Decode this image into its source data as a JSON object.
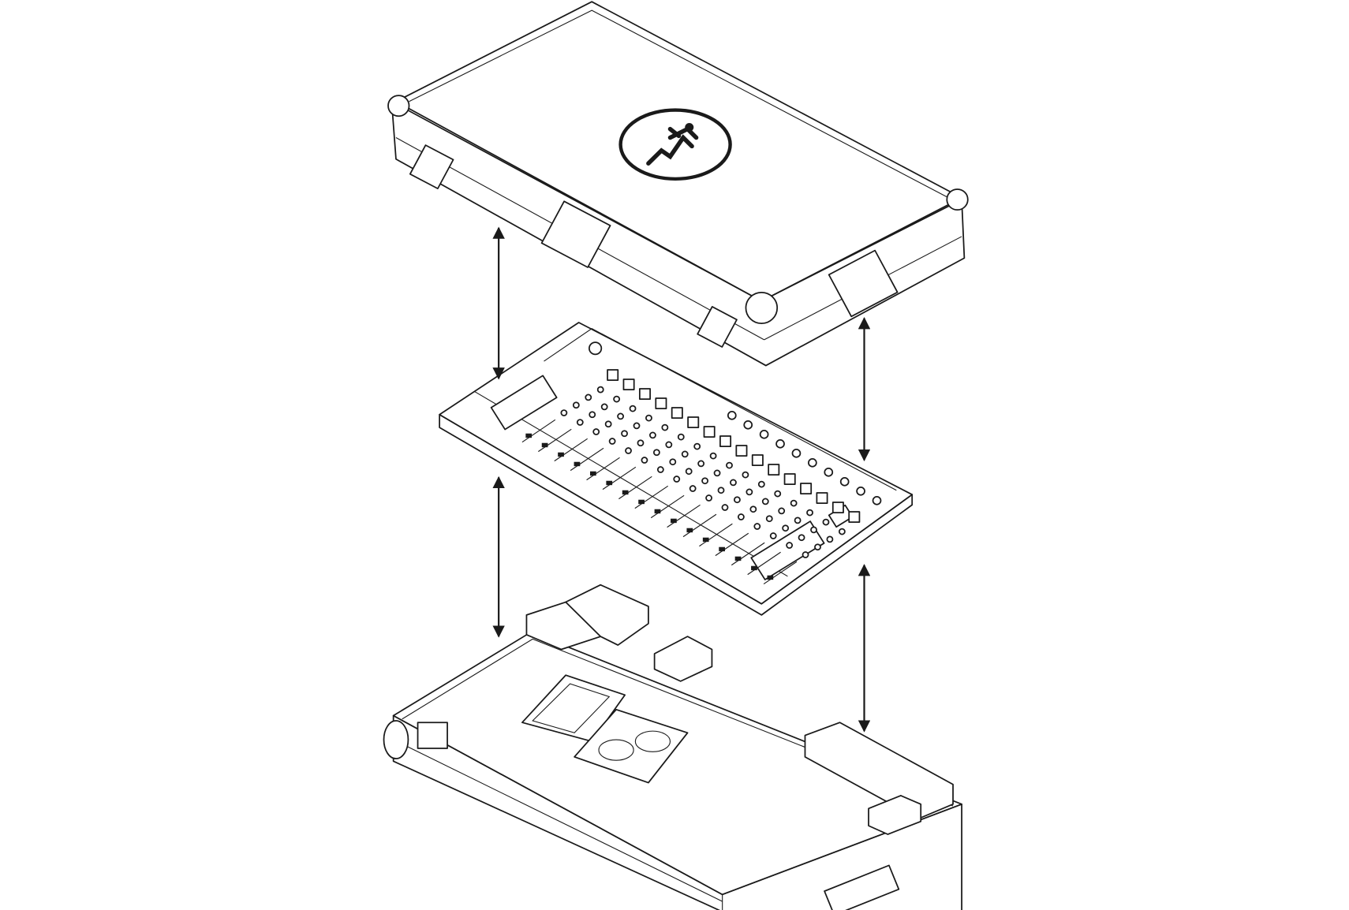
{
  "diagram": {
    "parts": [
      "case-lid",
      "mixer-console",
      "case-base"
    ],
    "logo": "mackie-running-man-logo",
    "arrows": "double-headed-vertical",
    "colors": {
      "line": "#1a1a1a",
      "background": "#ffffff"
    }
  }
}
